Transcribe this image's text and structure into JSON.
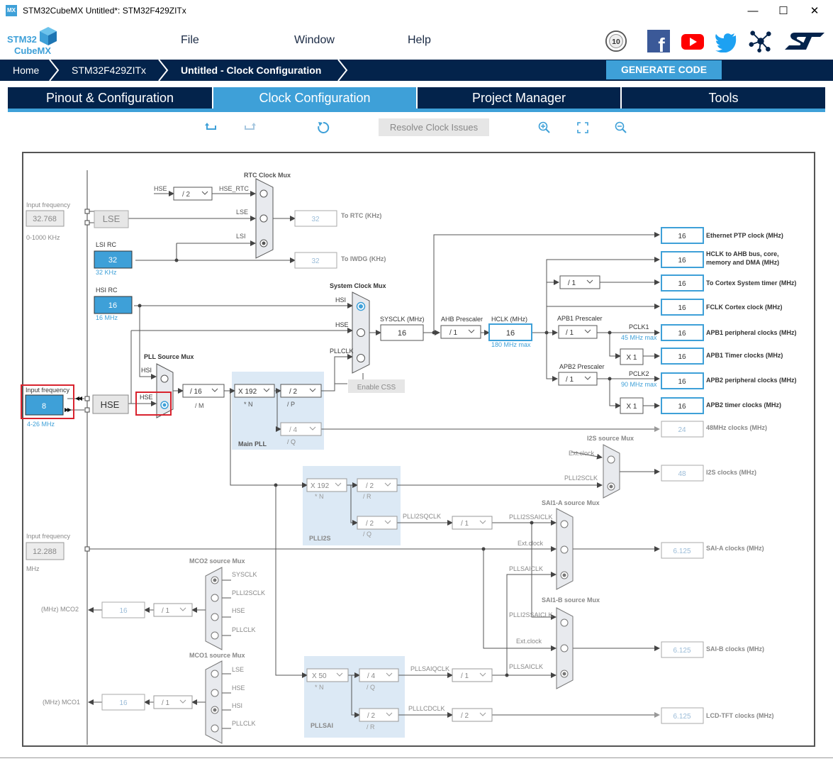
{
  "window": {
    "title": "STM32CubeMX Untitled*: STM32F429ZITx",
    "app_icon_text": "MX",
    "controls": [
      "—",
      "☐",
      "✕"
    ]
  },
  "logo": {
    "line1": "STM32",
    "line2": "CubeMX"
  },
  "menu": [
    "File",
    "Window",
    "Help"
  ],
  "social_icons": [
    "anniversary-badge-icon",
    "facebook-icon",
    "youtube-icon",
    "twitter-icon",
    "network-icon",
    "st-logo-icon"
  ],
  "breadcrumb": [
    "Home",
    "STM32F429ZITx",
    "Untitled - Clock Configuration"
  ],
  "generate_label": "GENERATE CODE",
  "tabs": [
    "Pinout & Configuration",
    "Clock Configuration",
    "Project Manager",
    "Tools"
  ],
  "toolbar": {
    "resolve_label": "Resolve Clock Issues",
    "icons": [
      "undo-icon",
      "redo-icon",
      "reset-icon",
      "zoom-in-icon",
      "fit-icon",
      "zoom-out-icon"
    ]
  },
  "colors": {
    "navy": "#03234b",
    "accent": "#3ea0d8",
    "highlight": "#d9232e"
  },
  "clock": {
    "lse": {
      "label": "Input frequency",
      "value": "32.768",
      "range": "0-1000 KHz",
      "name": "LSE"
    },
    "lsi": {
      "label": "LSI RC",
      "value": "32",
      "unit": "32 KHz"
    },
    "hsi": {
      "label": "HSI RC",
      "value": "16",
      "unit": "16 MHz"
    },
    "hse": {
      "label": "Input frequency",
      "value": "8",
      "range": "4-26 MHz",
      "name": "HSE"
    },
    "i2s_ext": {
      "label": "Input frequency",
      "value": "12.288",
      "unit": "MHz"
    },
    "rtc_mux": {
      "title": "RTC Clock Mux",
      "hse_div": "/ 2",
      "in_hse": "HSE",
      "in_hse_rtc": "HSE_RTC",
      "in_lse": "LSE",
      "in_lsi": "LSI",
      "rtc_value": "32",
      "rtc_label": "To RTC (KHz)",
      "iwdg_value": "32",
      "iwdg_label": "To IWDG (KHz)"
    },
    "sys_mux": {
      "title": "System Clock Mux",
      "hsi": "HSI",
      "hse": "HSE",
      "pllclk": "PLLCLK",
      "css": "Enable CSS"
    },
    "pll_mux": {
      "title": "PLL Source Mux",
      "hsi": "HSI",
      "hse": "HSE"
    },
    "main_pll": {
      "title": "Main PLL",
      "m": "/ 16",
      "m_label": "/ M",
      "n": "X 192",
      "n_label": "* N",
      "p": "/ 2",
      "p_label": "/ P",
      "q": "/ 4",
      "q_label": "/ Q"
    },
    "sysclk": {
      "label": "SYSCLK (MHz)",
      "value": "16"
    },
    "ahb": {
      "label": "AHB Prescaler",
      "value": "/ 1"
    },
    "hclk": {
      "label": "HCLK (MHz)",
      "value": "16",
      "max": "180 MHz max"
    },
    "apb1": {
      "label": "APB1 Prescaler",
      "value": "/ 1",
      "pclk": "PCLK1",
      "max": "45 MHz max",
      "timer_mult": "X 1"
    },
    "apb2": {
      "label": "APB2 Prescaler",
      "value": "/ 1",
      "pclk": "PCLK2",
      "max": "90 MHz max",
      "timer_mult": "X 1"
    },
    "cortex_div": "/ 1",
    "outputs": [
      {
        "value": "16",
        "label": "Ethernet PTP clock (MHz)"
      },
      {
        "value": "16",
        "label": "HCLK to AHB bus, core,",
        "label2": "memory and DMA (MHz)"
      },
      {
        "value": "16",
        "label": "To Cortex System timer (MHz)"
      },
      {
        "value": "16",
        "label": "FCLK Cortex clock (MHz)"
      },
      {
        "value": "16",
        "label": "APB1 peripheral clocks (MHz)"
      },
      {
        "value": "16",
        "label": "APB1 Timer clocks (MHz)"
      },
      {
        "value": "16",
        "label": "APB2 peripheral clocks (MHz)"
      },
      {
        "value": "16",
        "label": "APB2 timer clocks (MHz)"
      }
    ],
    "usb48": {
      "value": "24",
      "label": "48MHz clocks (MHz)"
    },
    "i2s_mux": {
      "title": "I2S source Mux",
      "ext": "Ext.clock",
      "plli2sclk": "PLLI2SCLK",
      "value": "48",
      "label": "I2S clocks (MHz)"
    },
    "plli2s": {
      "title": "PLLI2S",
      "n": "X 192",
      "n_label": "* N",
      "r": "/ 2",
      "r_label": "/ R",
      "q": "/ 2",
      "q_label": "/ Q",
      "q_out": "PLLI2SQCLK",
      "div": "/ 1"
    },
    "sai_a": {
      "title": "SAI1-A source Mux",
      "in1": "PLLI2SSAICLK",
      "in2": "Ext.clock",
      "in3": "PLLSAICLK",
      "value": "6.125",
      "label": "SAI-A clocks (MHz)"
    },
    "sai_b": {
      "title": "SAI1-B source Mux",
      "in1": "PLLI2SSAICLK",
      "in2": "Ext.clock",
      "in3": "PLLSAICLK",
      "value": "6.125",
      "label": "SAI-B clocks (MHz)"
    },
    "pllsai": {
      "title": "PLLSAI",
      "n": "X 50",
      "n_label": "* N",
      "q": "/ 4",
      "q_label": "/ Q",
      "r": "/ 2",
      "r_label": "/ R",
      "q_out": "PLLSAIQCLK",
      "q_div": "/ 1",
      "r_out": "PLLLCDCLK",
      "r_div": "/ 2",
      "lcd_value": "6.125",
      "lcd_label": "LCD-TFT clocks (MHz)"
    },
    "mco2": {
      "title": "MCO2 source Mux",
      "label": "(MHz) MCO2",
      "value": "16",
      "div": "/ 1",
      "inputs": [
        "SYSCLK",
        "PLLI2SCLK",
        "HSE",
        "PLLCLK"
      ]
    },
    "mco1": {
      "title": "MCO1 source Mux",
      "label": "(MHz) MCO1",
      "value": "16",
      "div": "/ 1",
      "inputs": [
        "LSE",
        "HSE",
        "HSI",
        "PLLCLK"
      ]
    }
  }
}
